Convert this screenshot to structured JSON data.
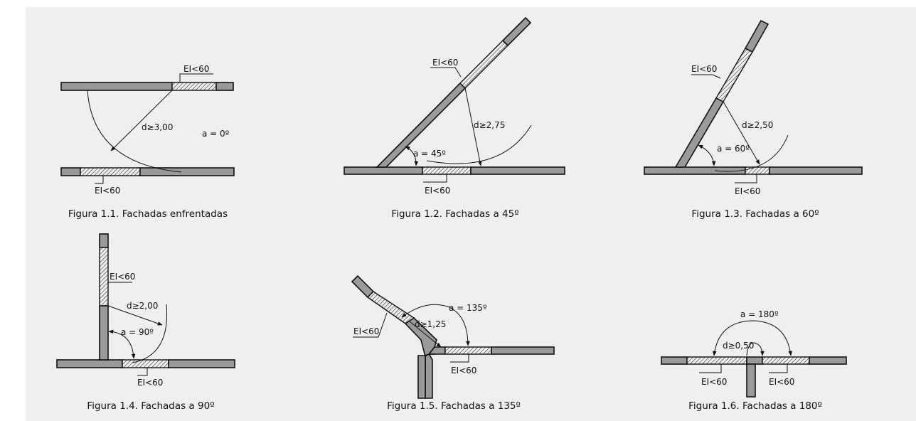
{
  "figures": [
    {
      "caption": "Figura 1.1. Fachadas enfrentadas",
      "distance": "d≥3,00",
      "angle": "a = 0º",
      "labels": [
        "EI<60",
        "EI<60"
      ]
    },
    {
      "caption": "Figura 1.2. Fachadas a 45º",
      "distance": "d≥2,75",
      "angle": "a = 45º",
      "labels": [
        "EI<60",
        "EI<60"
      ]
    },
    {
      "caption": "Figura 1.3. Fachadas a 60º",
      "distance": "d≥2,50",
      "angle": "a = 60º",
      "labels": [
        "EI<60",
        "EI<60"
      ]
    },
    {
      "caption": "Figura 1.4. Fachadas a 90º",
      "distance": "d≥2,00",
      "angle": "a = 90º",
      "labels": [
        "EI<60",
        "EI<60"
      ]
    },
    {
      "caption": "Figura 1.5. Fachadas a 135º",
      "distance": "d≥1,25",
      "angle": "a = 135º",
      "labels": [
        "EI<60",
        "EI<60"
      ]
    },
    {
      "caption": "Figura 1.6. Fachadas a 180º",
      "distance": "d≥0,50",
      "angle": "a = 180º",
      "labels": [
        "EI<60",
        "EI<60"
      ]
    }
  ]
}
